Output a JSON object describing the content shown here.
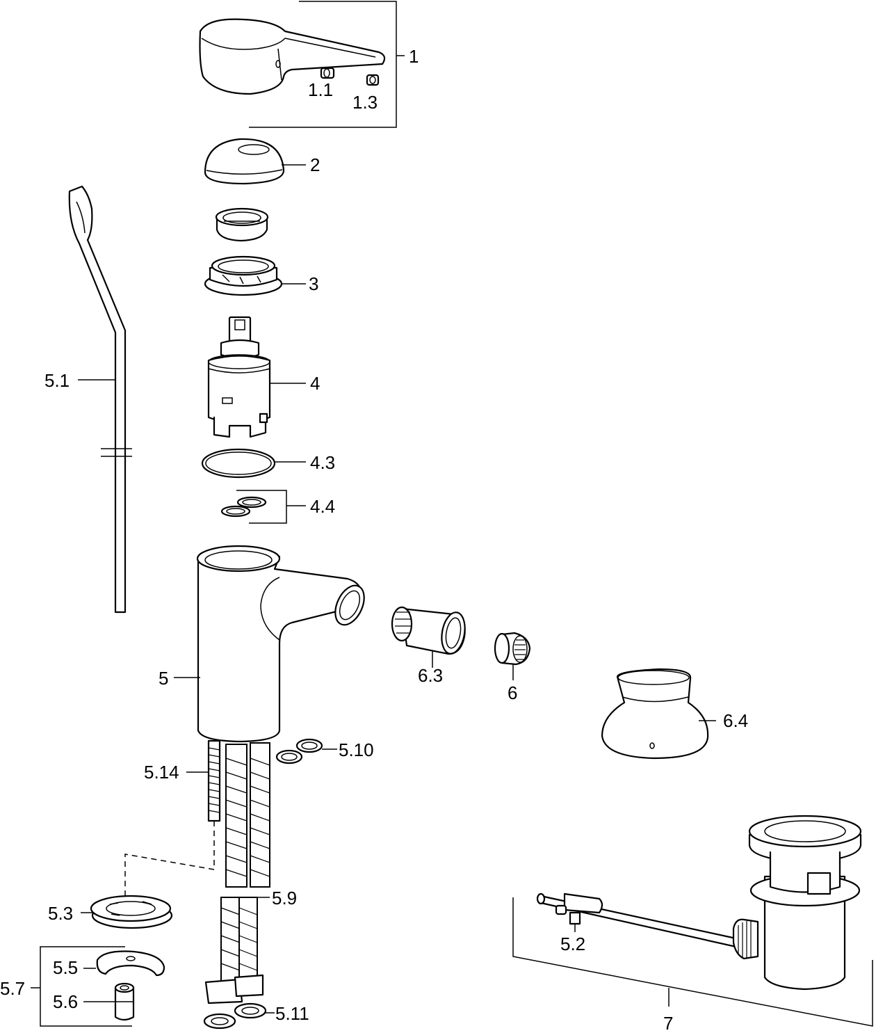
{
  "labels": {
    "p1": "1",
    "p1_1": "1.1",
    "p1_3": "1.3",
    "p2": "2",
    "p3": "3",
    "p4": "4",
    "p4_3": "4.3",
    "p4_4": "4.4",
    "p5": "5",
    "p5_1": "5.1",
    "p5_2": "5.2",
    "p5_3": "5.3",
    "p5_5": "5.5",
    "p5_6": "5.6",
    "p5_7": "5.7",
    "p5_9": "5.9",
    "p5_10": "5.10",
    "p5_11": "5.11",
    "p5_14": "5.14",
    "p6": "6",
    "p6_3": "6.3",
    "p6_4": "6.4",
    "p7": "7"
  }
}
